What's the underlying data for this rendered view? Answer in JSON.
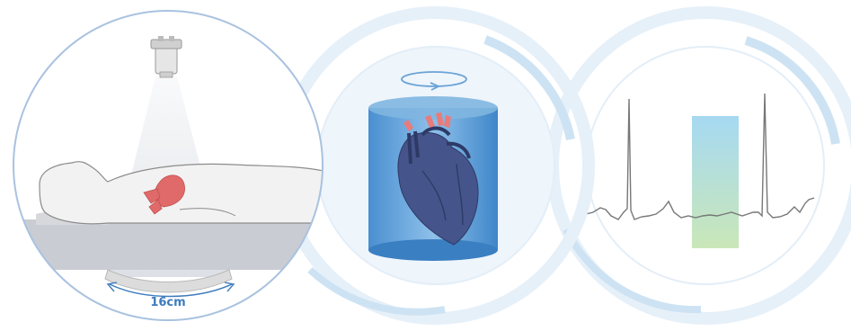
{
  "panels": {
    "left": {
      "name": "ct-scan-setup",
      "measurement_label": "16cm"
    },
    "middle": {
      "name": "heart-volume-rotation"
    },
    "right": {
      "name": "ecg-gating-window"
    }
  },
  "colors": {
    "ring_light": "#e3eef8",
    "ring_accent": "#cde3f3",
    "left_border": "#a9c2e0",
    "body_fill": "#f2f2f2",
    "body_stroke": "#8c8c8c",
    "table": "#c9ccd2",
    "heart_red": "#e06a6a",
    "cylinder_top": "#6fa9d8",
    "cylinder_side": "#3f86c9",
    "heart_blue": "#45548a",
    "ecg_line": "#777777",
    "gate_top": "#a6d9f2",
    "gate_bottom": "#c9e7b8",
    "detector": "#dcdcdc",
    "label_blue": "#3d7bbd"
  }
}
